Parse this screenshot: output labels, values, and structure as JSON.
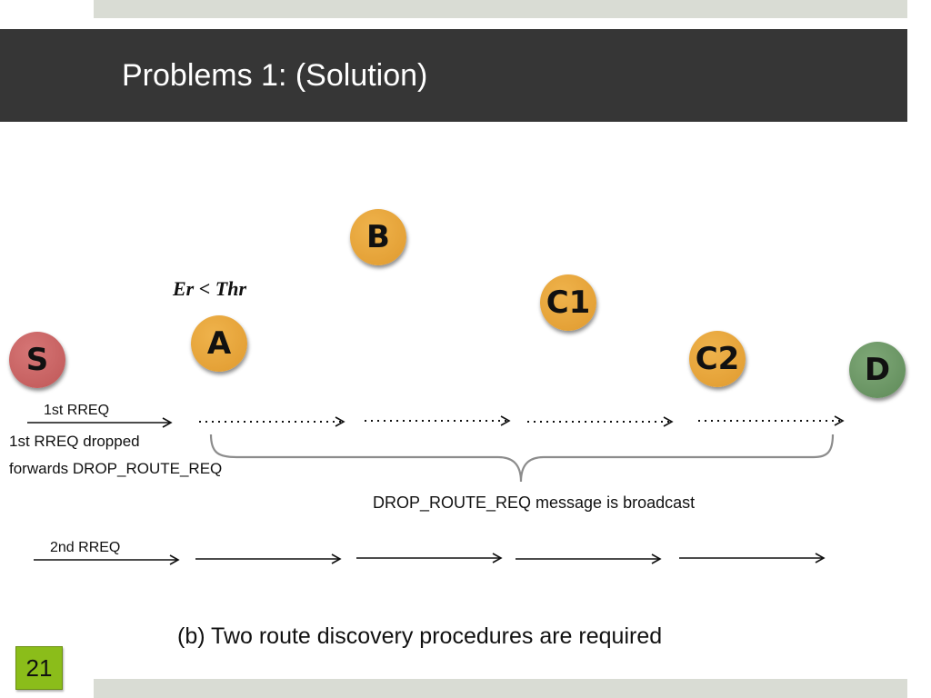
{
  "slide": {
    "title": "Problems 1: (Solution)",
    "page_number": "21",
    "caption": "(b) Two route discovery procedures are required"
  },
  "nodes": {
    "s": "S",
    "a": "A",
    "b": "B",
    "c1": "C1",
    "c2": "C2",
    "d": "D"
  },
  "labels": {
    "threshold": "Er < Thr",
    "first_rreq": "1st RREQ",
    "first_dropped": "1st RREQ dropped",
    "forwards_drop": "forwards DROP_ROUTE_REQ",
    "broadcast": "DROP_ROUTE_REQ message is broadcast",
    "second_rreq": "2nd RREQ"
  },
  "colors": {
    "header_bg": "#363636",
    "band": "#d9dcd4",
    "node_orange": "#e8a73c",
    "node_source": "#c96464",
    "node_destination": "#6b956a",
    "page_badge": "#8bbd1a"
  }
}
